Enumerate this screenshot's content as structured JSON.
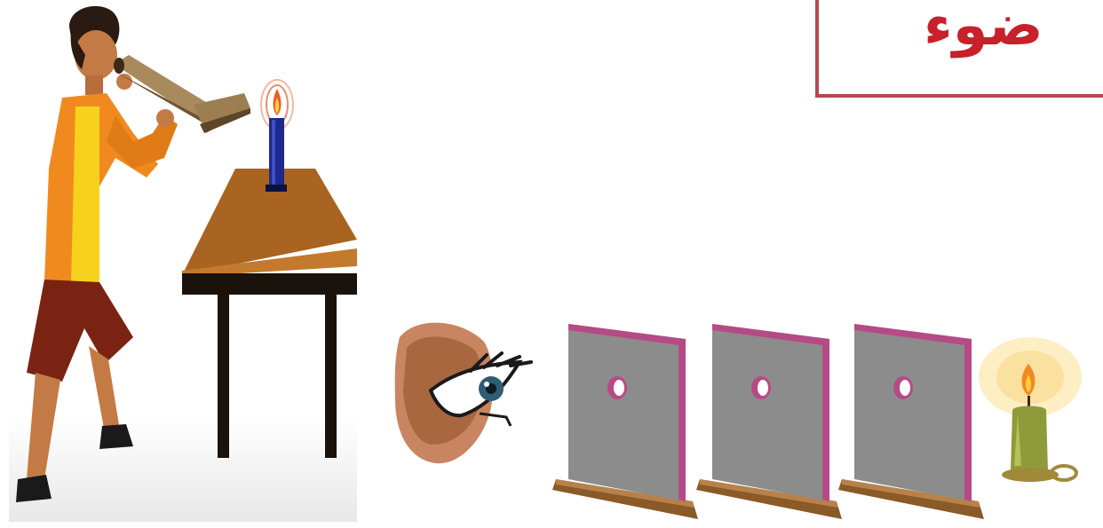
{
  "title": {
    "text": "ضوء"
  },
  "colors": {
    "title_border": "#b5474f",
    "title_text": "#c8212b",
    "table_top": "#b06a22",
    "screen_face": "#8d8c8c",
    "screen_edge": "#b64a86",
    "candle_blue": "#1d2a8c",
    "candle_green": "#8f9b3a"
  },
  "illustration": {
    "left_scene": [
      "boy-figure",
      "bent-tube-viewer",
      "table",
      "blue-candle"
    ],
    "right_scene": [
      "eye",
      "pierced-screen",
      "pierced-screen",
      "pierced-screen",
      "green-candle"
    ]
  }
}
